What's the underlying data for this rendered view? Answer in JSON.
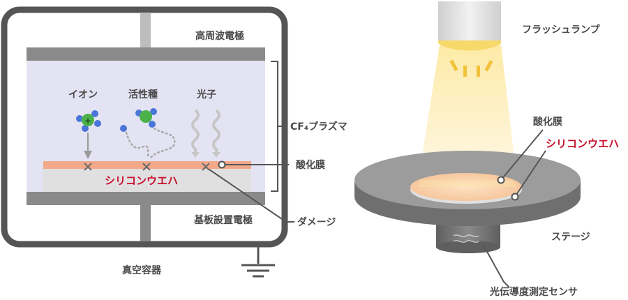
{
  "left": {
    "rf_electrode": "高周波電極",
    "ion": "イオン",
    "radical": "活性種",
    "photon": "光子",
    "plasma": "CF₄プラズマ",
    "oxide_film": "酸化膜",
    "wafer": "シリコンウエハ",
    "damage": "ダメージ",
    "stage_electrode": "基板設置電極",
    "vacuum_chamber": "真空容器"
  },
  "right": {
    "flash_lamp": "フラッシュランプ",
    "oxide_film": "酸化膜",
    "wafer": "シリコンウエハ",
    "stage": "ステージ",
    "sensor": "光伝導度測定センサ"
  },
  "colors": {
    "chamber": "#555555",
    "plasma": "#e4e3f3",
    "oxide": "#f2a98a",
    "wafer_red": "#c8102e",
    "molecule_center": "#4bb24a",
    "molecule_atom": "#4a76d8",
    "lamp_glow": "#fde9a8"
  }
}
